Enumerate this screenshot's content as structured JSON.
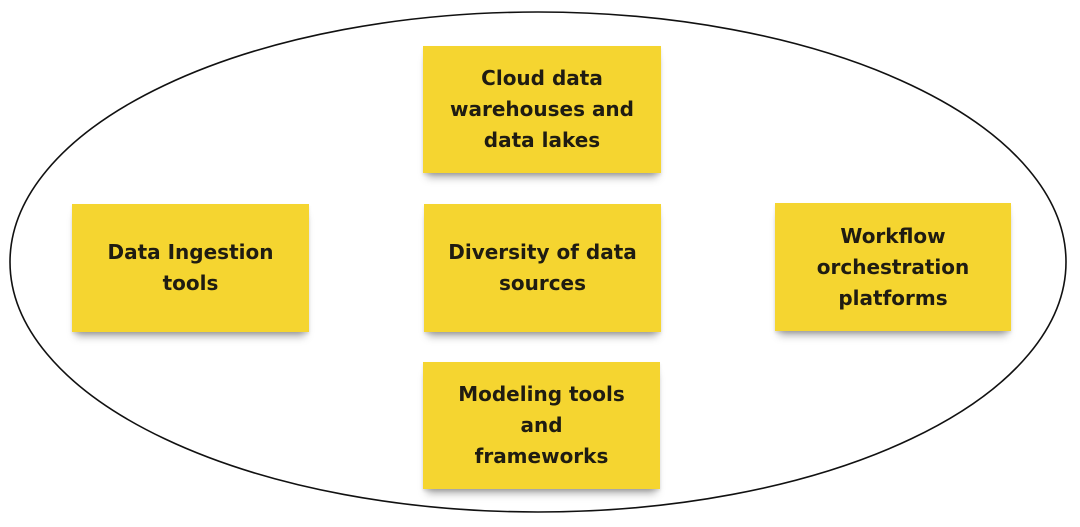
{
  "diagram": {
    "notes": {
      "cloud": "Cloud data\nwarehouses and\ndata lakes",
      "ingestion": "Data Ingestion\ntools",
      "diversity": "Diversity of data\nsources",
      "workflow": "Workflow\norchestration\nplatforms",
      "modeling": "Modeling tools and\nframeworks"
    },
    "colors": {
      "note": "#f5d530",
      "text": "#1f1c12",
      "ellipse_stroke": "#111111"
    }
  }
}
